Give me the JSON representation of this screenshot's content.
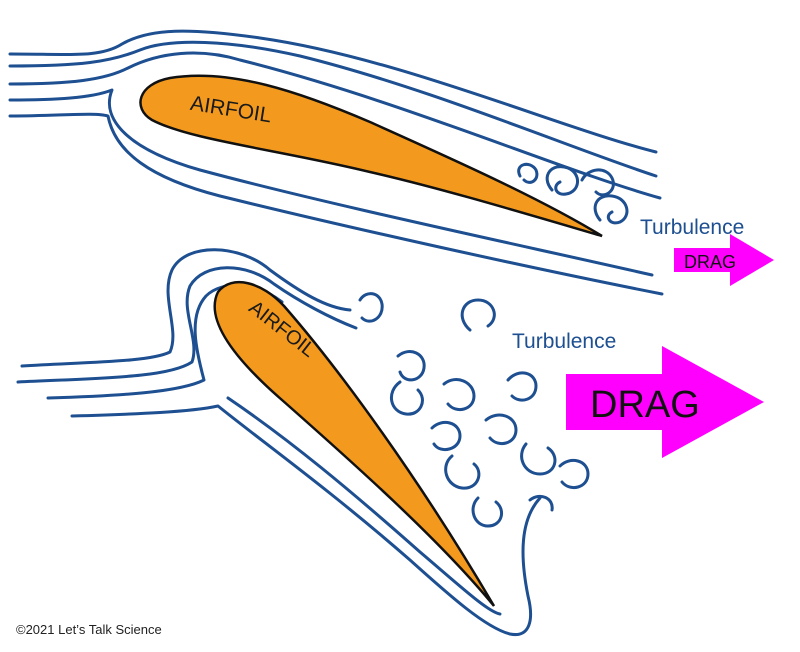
{
  "colors": {
    "streamline": "#1d4f91",
    "airfoil_fill": "#f39a1e",
    "arrow_fill": "#ff00ff"
  },
  "top_panel": {
    "airfoil_label": "AIRFOIL",
    "turbulence_label": "Turbulence",
    "drag_label": "DRAG"
  },
  "bottom_panel": {
    "airfoil_label": "AIRFOIL",
    "turbulence_label": "Turbulence",
    "drag_label": "DRAG"
  },
  "copyright": "©2021 Let’s Talk Science"
}
